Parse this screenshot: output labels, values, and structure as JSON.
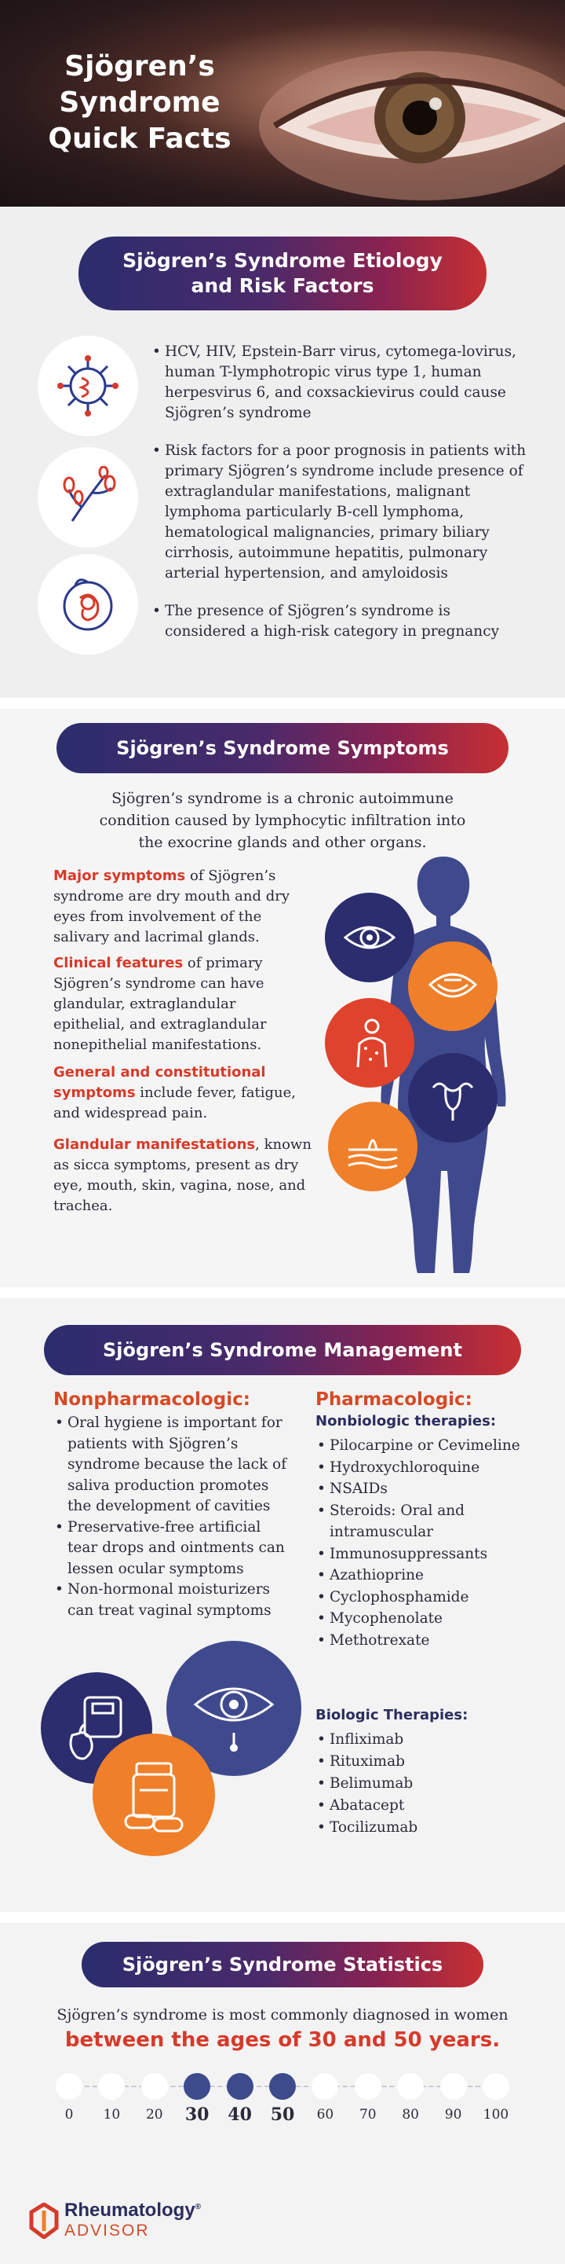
{
  "hero": {
    "title_line1": "Sjögren’s",
    "title_line2": "Syndrome",
    "title_line3": "Quick Facts"
  },
  "etiology": {
    "heading_line1": "Sjögren’s Syndrome Etiology",
    "heading_line2": "and Risk Factors",
    "bullets": [
      "HCV, HIV, Epstein-Barr virus, cytomega-lovirus, human T-lymphotropic virus type 1, human herpesvirus 6, and coxsackievirus could cause Sjögren’s syndrome",
      "Risk factors for a poor prognosis in patients with primary Sjögren’s syndrome include presence of extraglandular manifestations, malignant lymphoma particularly B-cell lymphoma, hematological malignancies, primary biliary cirrhosis, autoimmune hepatitis, pulmonary arterial hypertension, and amyloidosis",
      "The presence of Sjögren’s syndrome is considered a high-risk category in pregnancy"
    ],
    "icons": [
      "virus-icon",
      "plant-icon",
      "pregnancy-icon"
    ]
  },
  "symptoms": {
    "heading": "Sjögren’s Syndrome Symptoms",
    "intro": "Sjögren’s syndrome is a chronic autoimmune condition caused by lymphocytic infiltration into the exocrine glands and other organs.",
    "items": [
      {
        "lead": "Major symptoms",
        "text": " of Sjögren’s syndrome are dry mouth and dry eyes from involvement of the salivary and lacrimal glands."
      },
      {
        "lead": "Clinical features",
        "text": " of primary Sjögren’s syndrome can have glandular, extraglandular epithelial, and extraglandular nonepithelial manifestations."
      },
      {
        "lead": "General and constitutional symptoms",
        "text": " include fever, fatigue, and widespread pain."
      },
      {
        "lead": "Glandular manifestations",
        "text": ", known as sicca symptoms, present as dry eye, mouth, skin, vagina, nose, and trachea."
      }
    ],
    "icons": [
      "eye-icon",
      "mouth-icon",
      "body-pain-icon",
      "uterus-icon",
      "skin-icon"
    ],
    "colors": {
      "navy": "#2b2d6e",
      "orange": "#f07f2a",
      "red": "#e0432b",
      "silhouette": "#3f4a8e"
    }
  },
  "management": {
    "heading": "Sjögren’s Syndrome Management",
    "nonpharm": {
      "title": "Nonpharmacologic:",
      "bullets": [
        "Oral hygiene is important for patients with Sjögren’s syndrome because the lack of saliva production promotes the development of cavities",
        "Preservative-free artificial tear drops and ointments can lessen ocular symptoms",
        "Non-hormonal moisturizers can treat vaginal symptoms"
      ]
    },
    "pharm": {
      "title": "Pharmacologic:",
      "nonbio_title": "Nonbiologic therapies:",
      "nonbio": [
        "Pilocarpine or Cevimeline",
        "Hydroxychloroquine",
        "NSAIDs",
        "Steroids: Oral and intramuscular",
        "Immunosuppressants",
        "Azathioprine",
        "Cyclophosphamide",
        "Mycophenolate",
        "Methotrexate"
      ],
      "bio_title": "Biologic Therapies:",
      "bio": [
        "Infliximab",
        "Rituximab",
        "Belimumab",
        "Abatacept",
        "Tocilizumab"
      ]
    },
    "icons": [
      "scale-apple-icon",
      "eye-drop-icon",
      "pill-bottle-icon"
    ]
  },
  "statistics": {
    "heading": "Sjögren’s Syndrome Statistics",
    "line1": "Sjögren’s syndrome is most commonly diagnosed in women",
    "line2": "between the ages of 30 and 50 years.",
    "ages": [
      "0",
      "10",
      "20",
      "30",
      "40",
      "50",
      "60",
      "70",
      "80",
      "90",
      "100"
    ],
    "highlighted": [
      "30",
      "40",
      "50"
    ]
  },
  "footer": {
    "logo_line1": "Rheumatology",
    "logo_line2": "ADVISOR",
    "logo_mark": "®"
  }
}
